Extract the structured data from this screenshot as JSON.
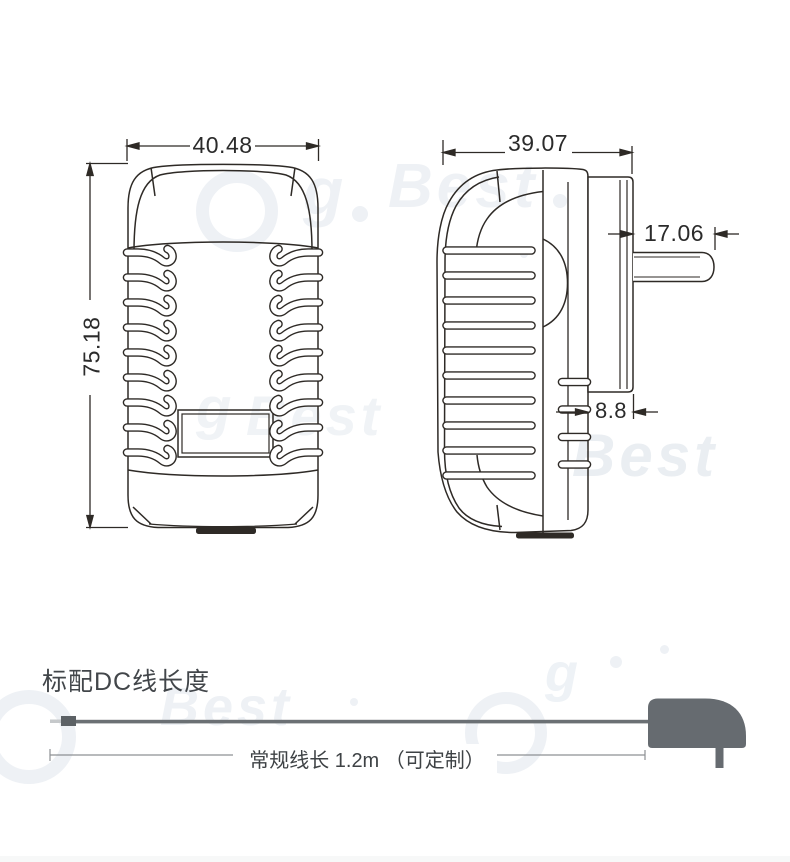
{
  "front_view": {
    "title": "adapter front elevation",
    "width_dim": "40.48",
    "height_dim": "75.18"
  },
  "side_view": {
    "title": "adapter side elevation",
    "depth_dim": "39.07",
    "pin_dim": "17.06",
    "plate_dim": "8.8"
  },
  "cable_section": {
    "heading": "标配DC线长度",
    "length_dim": "常规线长 1.2m （可定制）"
  },
  "watermark": {
    "brand": "Best",
    "g": "g"
  },
  "colors": {
    "line_art": "#2e2a26",
    "dim_text": "#2b2b2b",
    "heading_text": "#42464a",
    "cable_gray": "#6b7074",
    "cable_plug_gray": "#5c6165",
    "cable_light_gray": "#c6c9cb",
    "adapter_body_gray": "#666b70",
    "dim_line_gray": "#8d9194",
    "watermark_gray": "#eef1f5"
  }
}
